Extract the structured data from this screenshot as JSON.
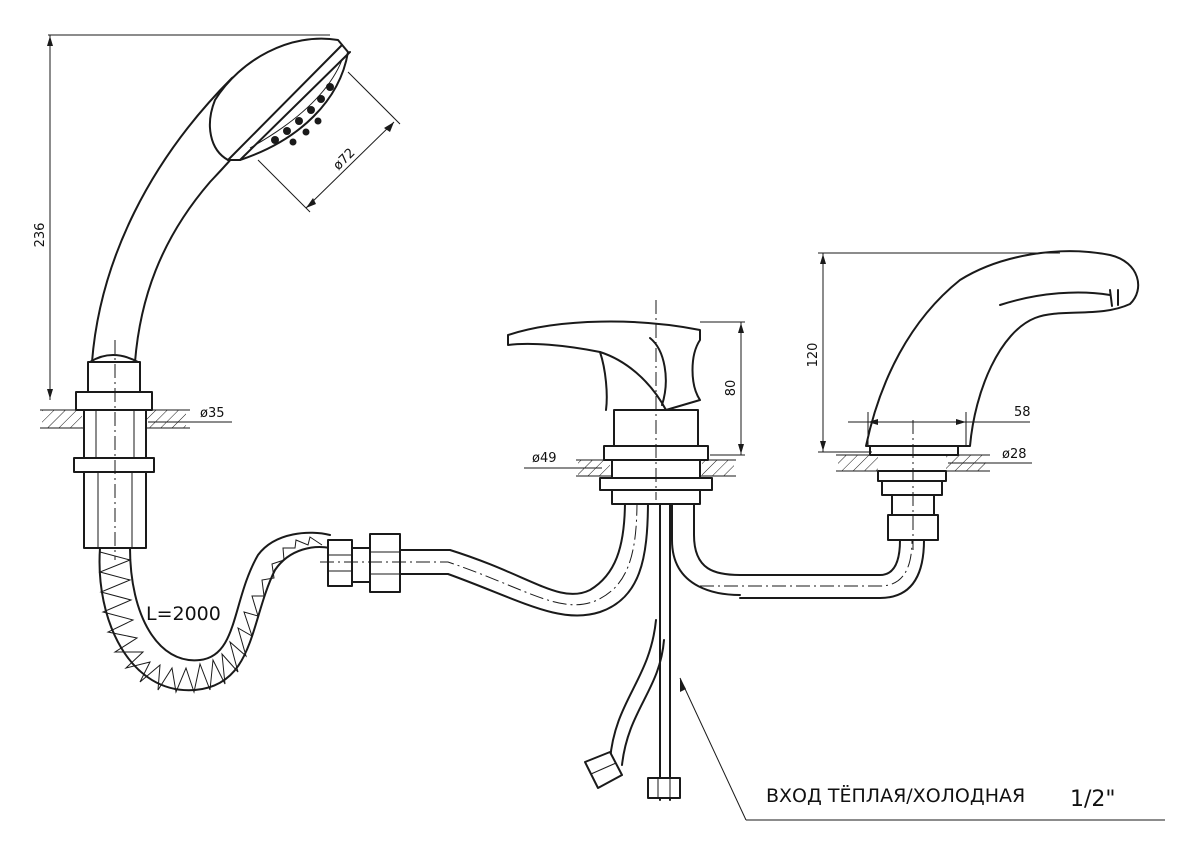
{
  "dimensions": {
    "shower_height": "236",
    "shower_head_diameter": "ø72",
    "shower_base_diameter": "ø35",
    "mixer_height": "80",
    "mixer_base_diameter": "ø49",
    "spout_height": "120",
    "spout_length": "58",
    "spout_base_diameter": "ø28"
  },
  "hose_length": "L=2000",
  "inlet": {
    "label": "ВХОД  ТЁПЛАЯ/ХОЛОДНАЯ",
    "thread": "1/2\""
  }
}
